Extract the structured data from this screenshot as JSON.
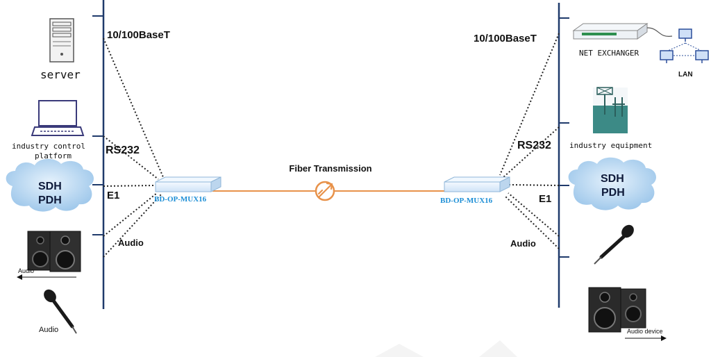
{
  "center": {
    "fiber_label": "Fiber Transmission"
  },
  "left": {
    "device_label": "BD-OP-MUX16",
    "ports": {
      "ethernet": "10/100BaseT",
      "serial": "RS232",
      "e1": "E1",
      "audio": "Audio"
    },
    "devices": {
      "server": "server",
      "industry_control_line1": "industry control",
      "industry_control_line2": "platform",
      "sdh": "SDH",
      "pdh": "PDH",
      "speaker_audio": "Audio",
      "mic_audio": "Audio"
    }
  },
  "right": {
    "device_label": "BD-OP-MUX16",
    "ports": {
      "ethernet": "10/100BaseT",
      "serial": "RS232",
      "e1": "E1",
      "audio": "Audio"
    },
    "devices": {
      "net_exchanger": "NET EXCHANGER",
      "lan": "LAN",
      "industry_equipment": "industry equipment",
      "sdh": "SDH",
      "pdh": "PDH",
      "audio_device": "Audio device"
    }
  },
  "colors": {
    "bus": "#1f3a6b",
    "fiber": "#e8924a",
    "device_label": "#1e8fd6",
    "cloud": "#bcd8f0",
    "device": "#dcebfa"
  }
}
